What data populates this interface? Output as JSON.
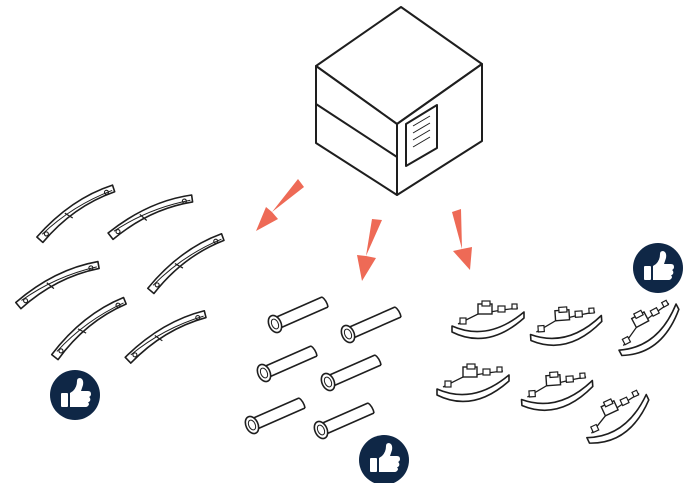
{
  "diagram": {
    "colors": {
      "line": "#1e1e1e",
      "arrow": "#ee6a56",
      "badge": "#0f2746",
      "badge_icon": "#ffffff",
      "background": "#ffffff"
    },
    "source": {
      "name": "package-box",
      "icon": "box-icon"
    },
    "arrows": [
      {
        "name": "arrow-to-curved-pads",
        "icon": "arrow-icon"
      },
      {
        "name": "arrow-to-cylinders",
        "icon": "arrow-icon"
      },
      {
        "name": "arrow-to-clip-parts",
        "icon": "arrow-icon"
      }
    ],
    "groups": [
      {
        "name": "curved-pads-group",
        "part": "curved-pad-icon",
        "count": 6,
        "badge": "thumbs-up-icon"
      },
      {
        "name": "cylinders-group",
        "part": "cylinder-icon",
        "count": 6,
        "badge": "thumbs-up-icon"
      },
      {
        "name": "clip-parts-group",
        "part": "clip-part-icon",
        "count": 6,
        "badge": "thumbs-up-icon"
      }
    ]
  }
}
